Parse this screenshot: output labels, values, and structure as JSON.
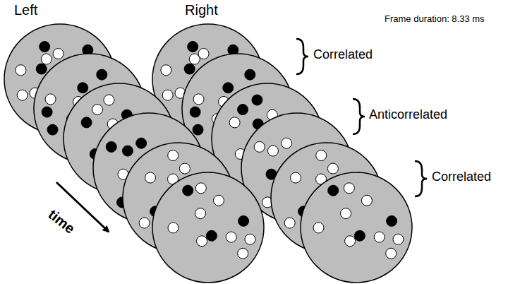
{
  "diagram": {
    "labels": [
      "Left",
      "Right",
      "Frame duration: 8.33 ms",
      "Correlated",
      "Anticorrelated",
      "Correlated",
      "time"
    ]
  }
}
